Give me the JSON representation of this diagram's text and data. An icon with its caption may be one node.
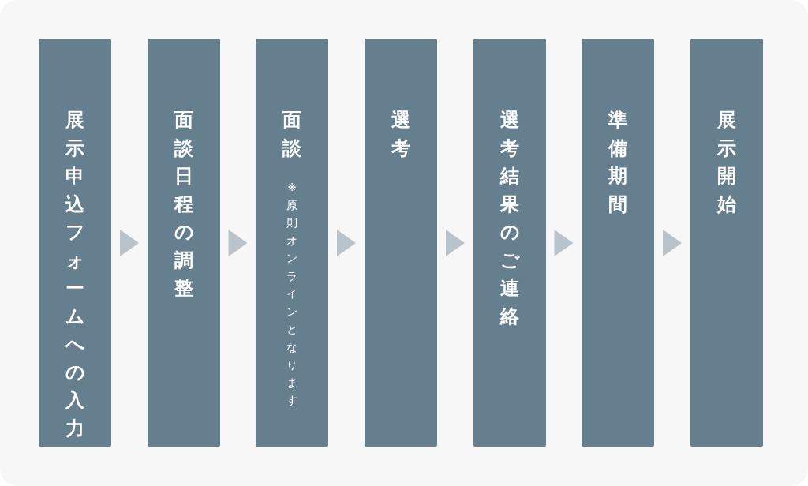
{
  "diagram": {
    "nodes": [
      {
        "text": [
          "展示申込フォームへの入力"
        ]
      },
      {
        "text": [
          "面談日程の調整"
        ]
      },
      {
        "text": [
          "面談",
          "※原則オンラインとなります"
        ]
      },
      {
        "text": [
          "選考"
        ]
      },
      {
        "text": [
          "選考結果のご連絡"
        ]
      },
      {
        "text": [
          "準備期間"
        ]
      },
      {
        "text": [
          "展示開始"
        ]
      }
    ],
    "edges": [
      {
        "from": 0,
        "to": 1,
        "arrow": "to"
      },
      {
        "from": 1,
        "to": 2,
        "arrow": "to"
      },
      {
        "from": 2,
        "to": 3,
        "arrow": "to"
      },
      {
        "from": 3,
        "to": 4,
        "arrow": "to"
      },
      {
        "from": 4,
        "to": 5,
        "arrow": "to"
      },
      {
        "from": 5,
        "to": 6,
        "arrow": "to"
      }
    ]
  }
}
